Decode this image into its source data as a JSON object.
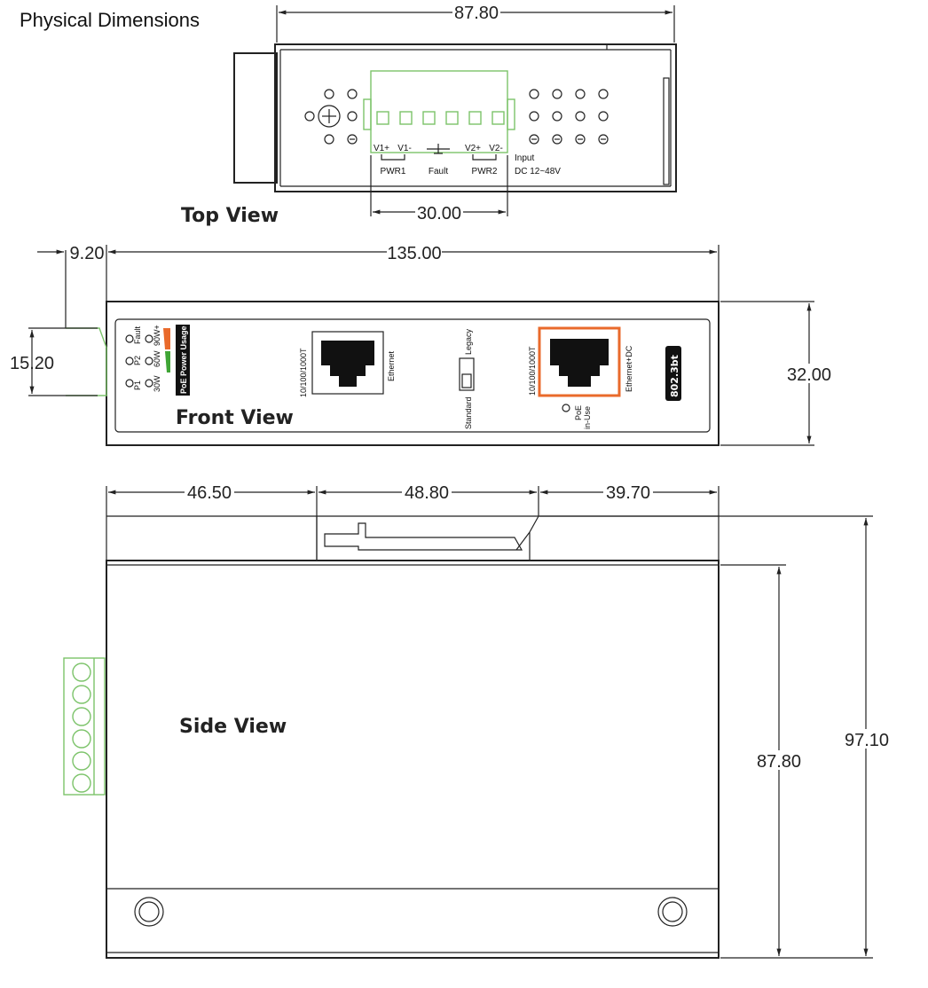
{
  "title": "Physical Dimensions",
  "views": {
    "top": "Top View",
    "front": "Front View",
    "side": "Side View"
  },
  "dimensions": {
    "top_width": "87.80",
    "top_terminal": "30.00",
    "front_offset": "9.20",
    "front_width": "135.00",
    "front_connector": "15.20",
    "front_height": "32.00",
    "side_seg1": "46.50",
    "side_seg2": "48.80",
    "side_seg3": "39.70",
    "side_body": "87.80",
    "side_total": "97.10"
  },
  "top_labels": {
    "terminals": [
      "V1+",
      "V1-",
      "V2+",
      "V2-"
    ],
    "pwr1": "PWR1",
    "fault": "Fault",
    "pwr2": "PWR2",
    "input": "Input",
    "dc": "DC 12~48V"
  },
  "front_labels": {
    "fault": "Fault",
    "p2": "P2",
    "p1": "P1",
    "w90": "90W+",
    "w60": "60W",
    "w30": "30W",
    "poe_usage": "PoE Power Usage",
    "port1_speed": "10/100/1000T",
    "port1_type": "Ethernet",
    "legacy": "Legacy",
    "standard": "Standard",
    "port2_speed": "10/100/1000T",
    "port2_type": "Ethernet+DC",
    "poe": "PoE",
    "in_use": "in-Use",
    "badge": "802.3bt"
  },
  "colors": {
    "terminal_green": "#7cc36a",
    "poe_orange": "#e96a2b",
    "led_green": "#3fa535"
  }
}
